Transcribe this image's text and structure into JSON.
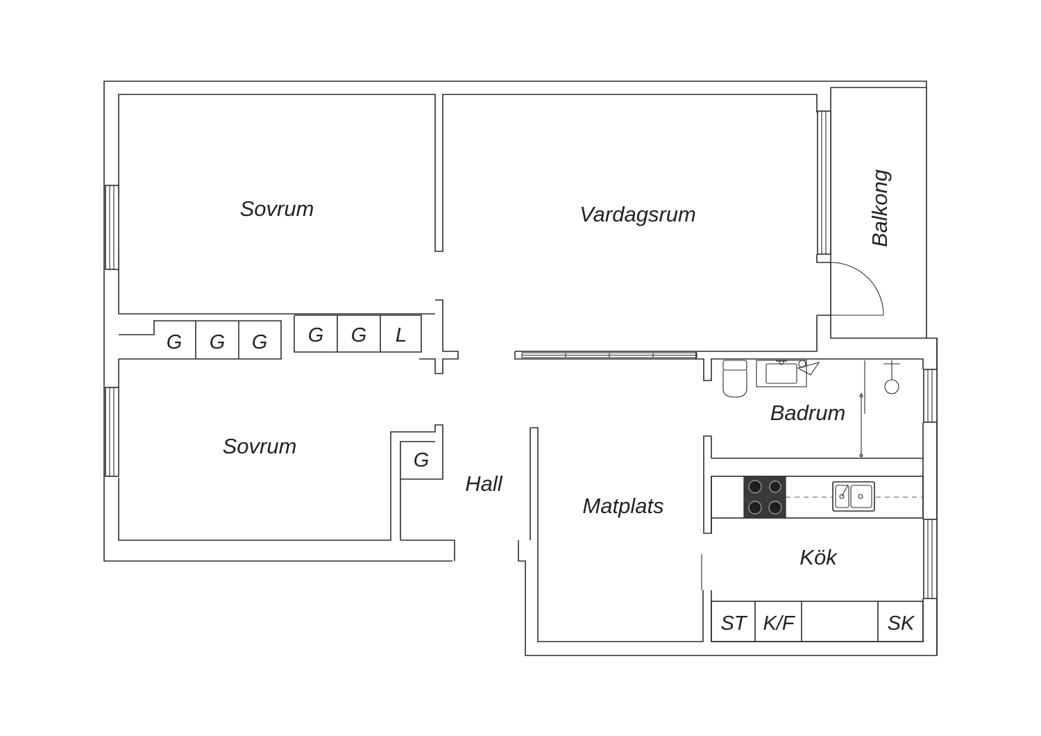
{
  "rooms": {
    "sovrum_top": "Sovrum",
    "vardagsrum": "Vardagsrum",
    "balkong": "Balkong",
    "sovrum_bottom": "Sovrum",
    "hall": "Hall",
    "matplats": "Matplats",
    "badrum": "Badrum",
    "kok": "Kök"
  },
  "cabinets": {
    "hall_g1": "G",
    "hall_g2": "G",
    "hall_g3": "G",
    "hall_g4": "G",
    "hall_g5": "G",
    "hall_l": "L",
    "hall_g_small": "G",
    "kitchen_st": "ST",
    "kitchen_kf": "K/F",
    "kitchen_sk": "SK"
  },
  "colors": {
    "line": "#2b2b2b",
    "stove": "#3a3a3a",
    "background": "#ffffff"
  },
  "icons": [
    "window-icon",
    "door-swing-icon",
    "toilet-icon",
    "washbasin-icon",
    "shower-icon",
    "stove-icon",
    "sink-icon",
    "sliding-door-icon"
  ]
}
